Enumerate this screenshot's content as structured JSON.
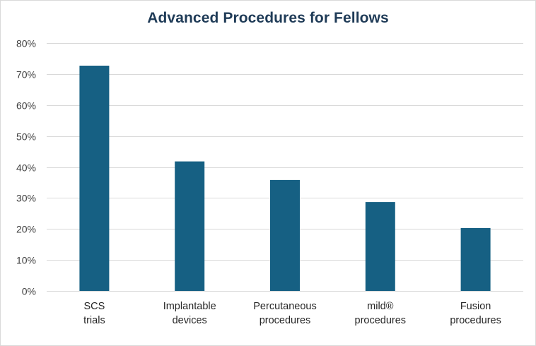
{
  "chart_data": {
    "type": "bar",
    "title": "Advanced Procedures for Fellows",
    "categories": [
      [
        "SCS",
        "trials"
      ],
      [
        "Implantable",
        "devices"
      ],
      [
        "Percutaneous",
        "procedures"
      ],
      [
        "mild®",
        "procedures"
      ],
      [
        "Fusion",
        "procedures"
      ]
    ],
    "values": [
      72.7,
      41.8,
      35.8,
      28.7,
      20.3
    ],
    "ylim": [
      0,
      80
    ],
    "yticks": [
      0,
      10,
      20,
      30,
      40,
      50,
      60,
      70,
      80
    ],
    "ytick_format": "{v}%",
    "grid": true,
    "legend": "none",
    "colors": {
      "bar": "#166083",
      "grid": "#d9d9d9",
      "title": "#1f3b57"
    }
  }
}
